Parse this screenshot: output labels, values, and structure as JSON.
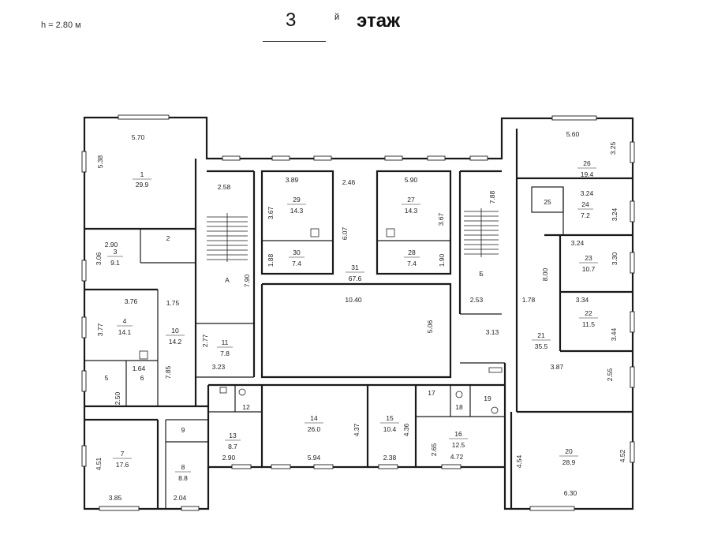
{
  "header": {
    "height_note": "h = 2.80 м",
    "floor_number": "3",
    "floor_superscript": "й",
    "floor_word": "этаж"
  },
  "rooms": [
    {
      "id": "r1",
      "number": "1",
      "area": "29.9"
    },
    {
      "id": "r2",
      "number": "2",
      "area": ""
    },
    {
      "id": "r3",
      "number": "3",
      "area": "9.1"
    },
    {
      "id": "r4",
      "number": "4",
      "area": "14.1"
    },
    {
      "id": "r5",
      "number": "5",
      "area": ""
    },
    {
      "id": "r6",
      "number": "6",
      "area": ""
    },
    {
      "id": "r7",
      "number": "7",
      "area": "17.6"
    },
    {
      "id": "r8",
      "number": "8",
      "area": "8.8"
    },
    {
      "id": "r9",
      "number": "9",
      "area": ""
    },
    {
      "id": "r10",
      "number": "10",
      "area": "14.2"
    },
    {
      "id": "r11",
      "number": "11",
      "area": "7.8"
    },
    {
      "id": "r12",
      "number": "12",
      "area": ""
    },
    {
      "id": "r13",
      "number": "13",
      "area": "8.7"
    },
    {
      "id": "r14",
      "number": "14",
      "area": "26.0"
    },
    {
      "id": "r15",
      "number": "15",
      "area": "10.4"
    },
    {
      "id": "r16",
      "number": "16",
      "area": "12.5"
    },
    {
      "id": "r17",
      "number": "17",
      "area": ""
    },
    {
      "id": "r18",
      "number": "18",
      "area": ""
    },
    {
      "id": "r19",
      "number": "19",
      "area": ""
    },
    {
      "id": "r20",
      "number": "20",
      "area": "28.9"
    },
    {
      "id": "r21",
      "number": "21",
      "area": "35.5"
    },
    {
      "id": "r22",
      "number": "22",
      "area": "11.5"
    },
    {
      "id": "r23",
      "number": "23",
      "area": "10.7"
    },
    {
      "id": "r24",
      "number": "24",
      "area": "7.2"
    },
    {
      "id": "r25",
      "number": "25",
      "area": ""
    },
    {
      "id": "r26",
      "number": "26",
      "area": "19.4"
    },
    {
      "id": "r27",
      "number": "27",
      "area": "14.3"
    },
    {
      "id": "r28",
      "number": "28",
      "area": "7.4"
    },
    {
      "id": "r29",
      "number": "29",
      "area": "14.3"
    },
    {
      "id": "r30",
      "number": "30",
      "area": "7.4"
    },
    {
      "id": "r31",
      "number": "31",
      "area": "67.6"
    }
  ],
  "stair_labels": [
    "А",
    "Б"
  ],
  "dimensions": [
    "5.70",
    "5.38",
    "2.58",
    "3.89",
    "3.67",
    "2.46",
    "5.90",
    "3.67",
    "7.88",
    "5.60",
    "3.25",
    "3.24",
    "3.24",
    "2.90",
    "3.06",
    "1.88",
    "6.07",
    "1.90",
    "3.24",
    "3.30",
    "8.00",
    "7.90",
    "3.76",
    "1.75",
    "10.40",
    "2.53",
    "1.78",
    "3.34",
    "3.77",
    "2.77",
    "5.06",
    "3.13",
    "3.44",
    "3.23",
    "7.85",
    "1.64",
    "3.87",
    "2.55",
    "2.50",
    "4.37",
    "4.36",
    "2.65",
    "2.90",
    "5.94",
    "2.38",
    "4.72",
    "4.54",
    "4.52",
    "4.51",
    "3.85",
    "2.04",
    "6.30"
  ]
}
